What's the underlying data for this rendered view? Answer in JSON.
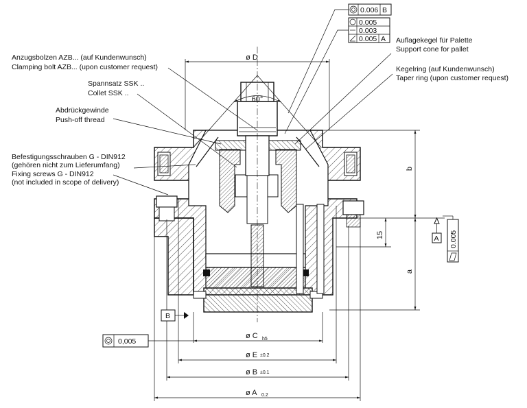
{
  "labels": {
    "clamping_bolt_de": "Anzugsbolzen AZB... (auf Kundenwunsch)",
    "clamping_bolt_en": "Clamping bolt AZB... (upon customer request)",
    "collet_de": "Spannsatz SSK ..",
    "collet_en": "Collet SSK ..",
    "pushoff_de": "Abdrückgewinde",
    "pushoff_en": "Push-off thread",
    "screws_de_1": "Befestigungsschrauben G - DIN912",
    "screws_de_2": "(gehören nicht zum Lieferumfang)",
    "screws_en_1": "Fixing screws G - DIN912",
    "screws_en_2": "(not included in scope of delivery)",
    "cone_de": "Auflagekegel für Palette",
    "cone_en": "Support cone for pallet",
    "taper_de": "Kegelring (auf Kundenwunsch)",
    "taper_en": "Taper ring (upon customer request)"
  },
  "dimensions": {
    "d_top": "ø D",
    "angle": "60°",
    "b": "b",
    "a": "a",
    "v15": "15",
    "C": "ø C",
    "C_tol": "h5",
    "E": "ø E",
    "E_tol": "±0.2",
    "B": "ø B",
    "B_tol": "±0.1",
    "A": "ø A",
    "A_tol": "0.2"
  },
  "tolerances": {
    "top_concentricity": "0.006",
    "top_datum": "B",
    "roundness": "0.005",
    "straightness": "0.003",
    "angularity": "0.005",
    "angularity_datum": "A",
    "datum_A": "A",
    "flatness": "0.005",
    "datum_B": "B",
    "bottom_concentricity": "0,005"
  }
}
